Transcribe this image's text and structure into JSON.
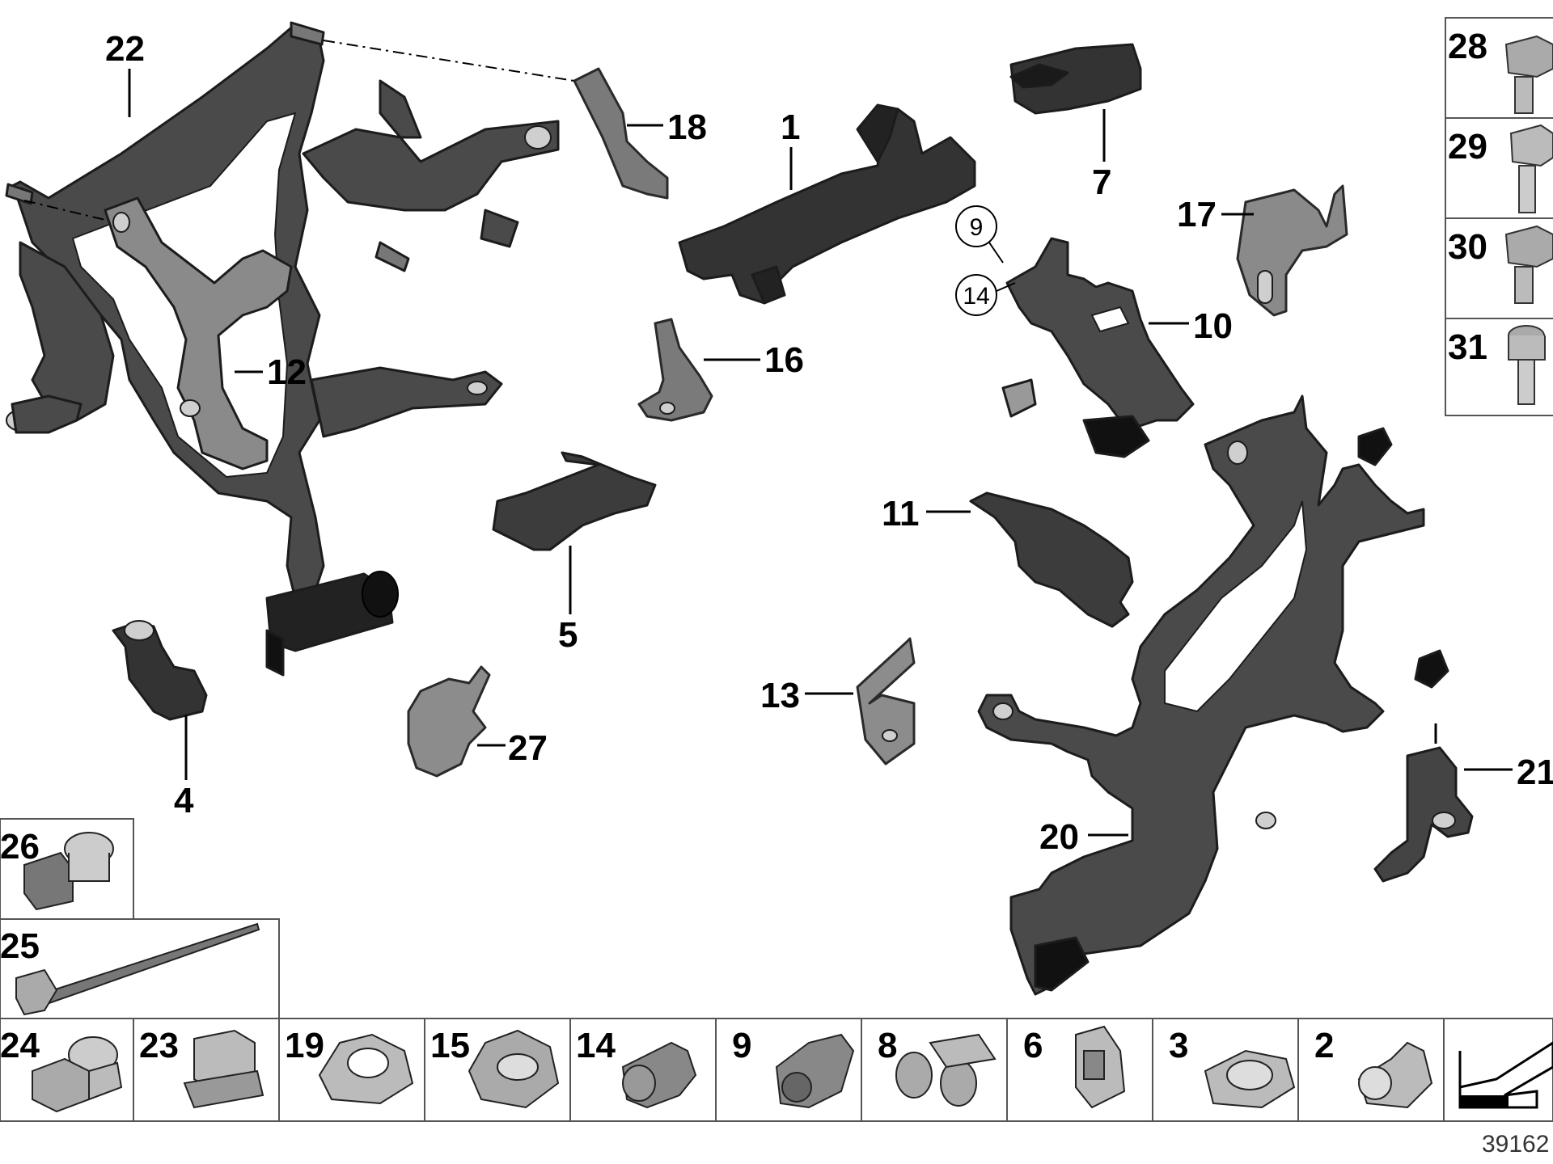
{
  "diagram_id": "39162",
  "main_callouts": [
    "22",
    "18",
    "1",
    "7",
    "17",
    "12",
    "16",
    "9",
    "14",
    "10",
    "5",
    "11",
    "4",
    "27",
    "13",
    "20",
    "21"
  ],
  "bolt_callouts": [
    "28",
    "29",
    "30",
    "31"
  ],
  "side_callouts": [
    "26",
    "25"
  ],
  "bottom_row": [
    "24",
    "23",
    "19",
    "15",
    "14",
    "9",
    "8",
    "6",
    "3",
    "2"
  ],
  "colors": {
    "part": "#4a4a4a",
    "part_light": "#9a9a9a",
    "outline": "#1c1c1c"
  },
  "icons": [
    "direction-arrow-icon"
  ]
}
